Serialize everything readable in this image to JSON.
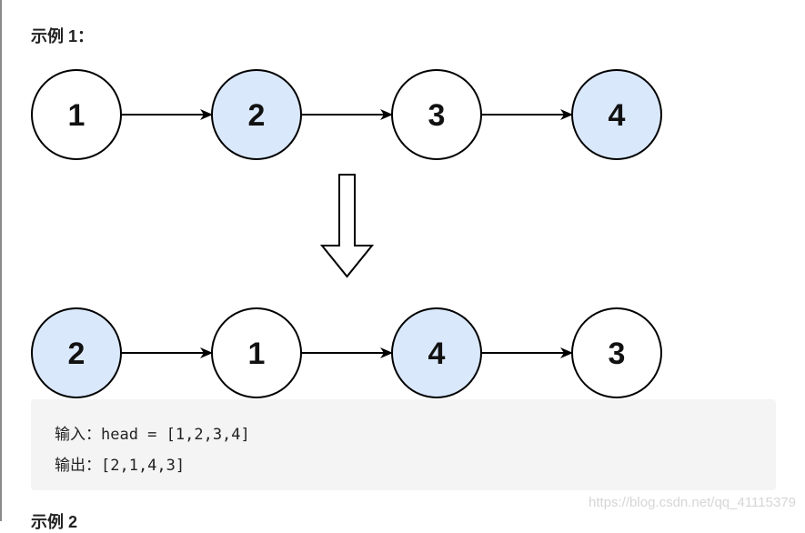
{
  "example1": {
    "title": "示例 1："
  },
  "example2": {
    "title": "示例 2"
  },
  "colors": {
    "highlight": "#dae8fc",
    "plain": "#ffffff",
    "stroke": "#000000"
  },
  "before_list": {
    "nodes": [
      {
        "label": "1",
        "fill": "plain"
      },
      {
        "label": "2",
        "fill": "highlight"
      },
      {
        "label": "3",
        "fill": "plain"
      },
      {
        "label": "4",
        "fill": "highlight"
      }
    ]
  },
  "after_list": {
    "nodes": [
      {
        "label": "2",
        "fill": "highlight"
      },
      {
        "label": "1",
        "fill": "plain"
      },
      {
        "label": "4",
        "fill": "highlight"
      },
      {
        "label": "3",
        "fill": "plain"
      }
    ]
  },
  "transform_arrow": {
    "icon": "hollow-down-arrow-icon",
    "direction": "down"
  },
  "code": {
    "input": "输入：head = [1,2,3,4]",
    "output": "输出：[2,1,4,3]"
  },
  "watermark": "https://blog.csdn.net/qq_41115379"
}
